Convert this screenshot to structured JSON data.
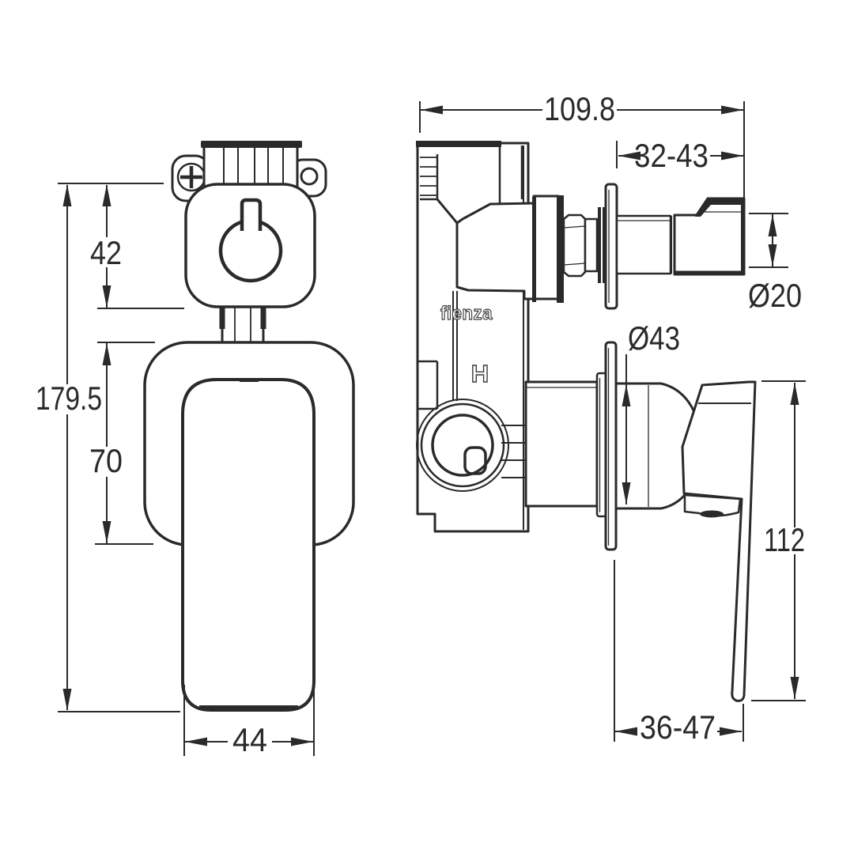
{
  "drawing": {
    "background": "#ffffff",
    "line_color": "#2a2a2a",
    "front_view": {
      "dim_top_plate_height": "42",
      "dim_overall_height": "179.5",
      "dim_backplate_height": "70",
      "dim_handle_width": "44"
    },
    "side_view": {
      "brand_text": "fienza",
      "hot_indicator": "H",
      "dim_overall_depth": "109.8",
      "dim_spout_projection_range": "32-43",
      "dim_spout_diameter": "Ø20",
      "dim_body_diameter": "Ø43",
      "dim_handle_height": "112",
      "dim_handle_projection_range": "36-47"
    }
  }
}
